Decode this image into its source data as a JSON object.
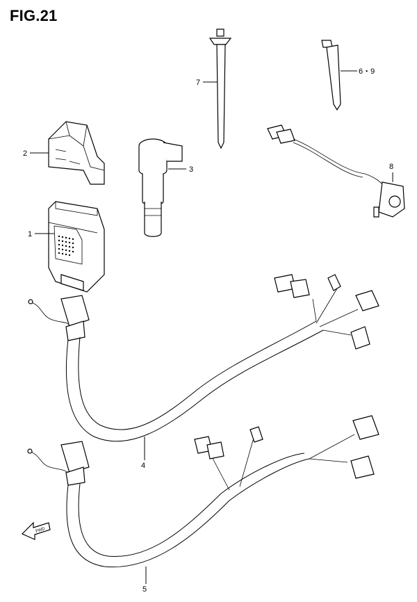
{
  "figure": {
    "title": "FIG.21"
  },
  "callouts": [
    {
      "id": "p1",
      "label": "1"
    },
    {
      "id": "p2",
      "label": "2"
    },
    {
      "id": "p3",
      "label": "3"
    },
    {
      "id": "p4",
      "label": "4"
    },
    {
      "id": "p5",
      "label": "5"
    },
    {
      "id": "p69",
      "label": "6・9"
    },
    {
      "id": "p7",
      "label": "7"
    },
    {
      "id": "p8",
      "label": "8"
    }
  ],
  "direction_arrow": {
    "label": "FWD"
  }
}
